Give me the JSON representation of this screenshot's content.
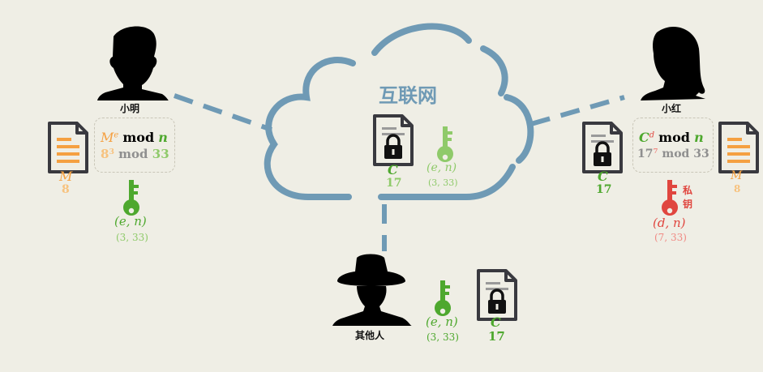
{
  "cloud": {
    "title": "互联网"
  },
  "alice": {
    "name": "小明",
    "formula": {
      "base": "M",
      "exp": "e",
      "op": "mod",
      "mod": "n"
    },
    "numeric": {
      "base": "8",
      "exp": "3",
      "op": "mod",
      "mod": "33"
    },
    "message": {
      "symbol": "M",
      "value": "8"
    },
    "pubkey": {
      "symbol": "(e, n)",
      "value": "(3, 33)"
    }
  },
  "bob": {
    "name": "小红",
    "formula": {
      "base": "C",
      "exp": "d",
      "op": "mod",
      "mod": "n"
    },
    "numeric": {
      "base": "17",
      "exp": "7",
      "op": "mod",
      "mod": "33"
    },
    "cipher": {
      "symbol": "C",
      "value": "17"
    },
    "message": {
      "symbol": "M",
      "value": "8"
    },
    "privkey": {
      "label_top": "私",
      "label_bottom": "钥",
      "symbol": "(d, n)",
      "value": "(7, 33)"
    }
  },
  "internet": {
    "cipher": {
      "symbol": "C",
      "value": "17"
    },
    "pubkey": {
      "symbol": "(e, n)",
      "value": "(3, 33)"
    }
  },
  "eve": {
    "name": "其他人",
    "pubkey": {
      "symbol": "(e, n)",
      "value": "(3, 33)"
    },
    "cipher": {
      "symbol": "C",
      "value": "17"
    }
  },
  "colors": {
    "background": "#efeee5",
    "cloud": "#6f9ab5",
    "message": "#f5a041",
    "public_key": "#4ea82e",
    "private_key": "#e0463f",
    "document_outline": "#39393f"
  }
}
